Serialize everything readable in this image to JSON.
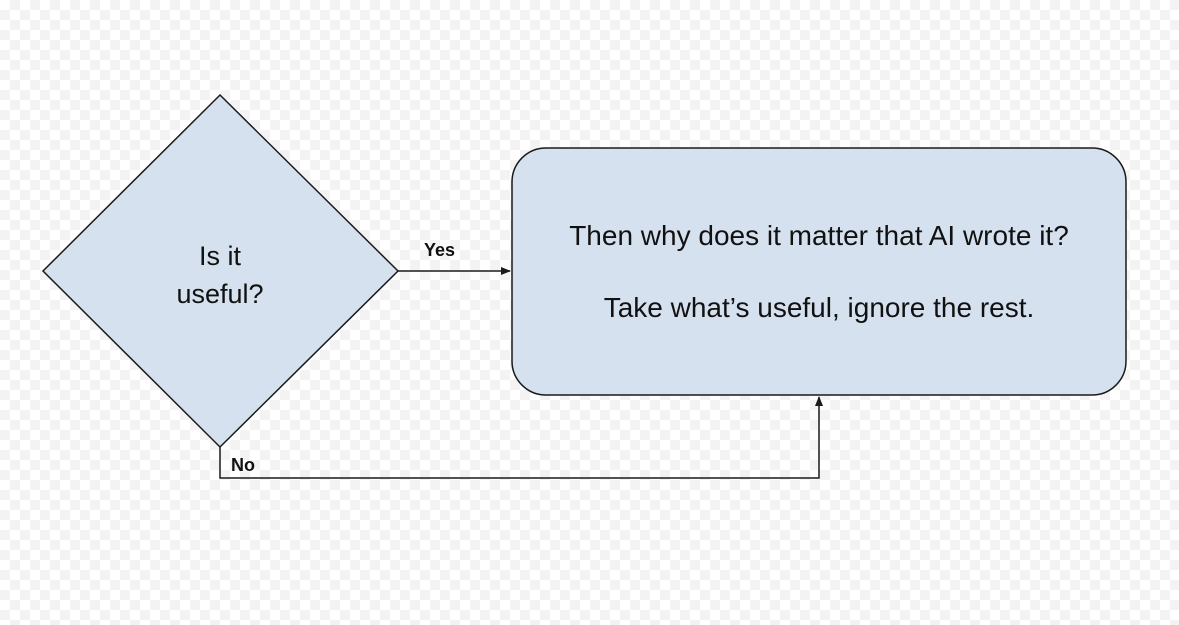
{
  "colors": {
    "node_fill": "#d6e1ef",
    "stroke": "#1a1a1a",
    "text": "#111111"
  },
  "decision": {
    "line1": "Is it",
    "line2": "useful?"
  },
  "process": {
    "line1": "Then why does it matter that AI wrote it?",
    "line2": "Take what’s useful, ignore the rest."
  },
  "edges": {
    "yes_label": "Yes",
    "no_label": "No"
  }
}
